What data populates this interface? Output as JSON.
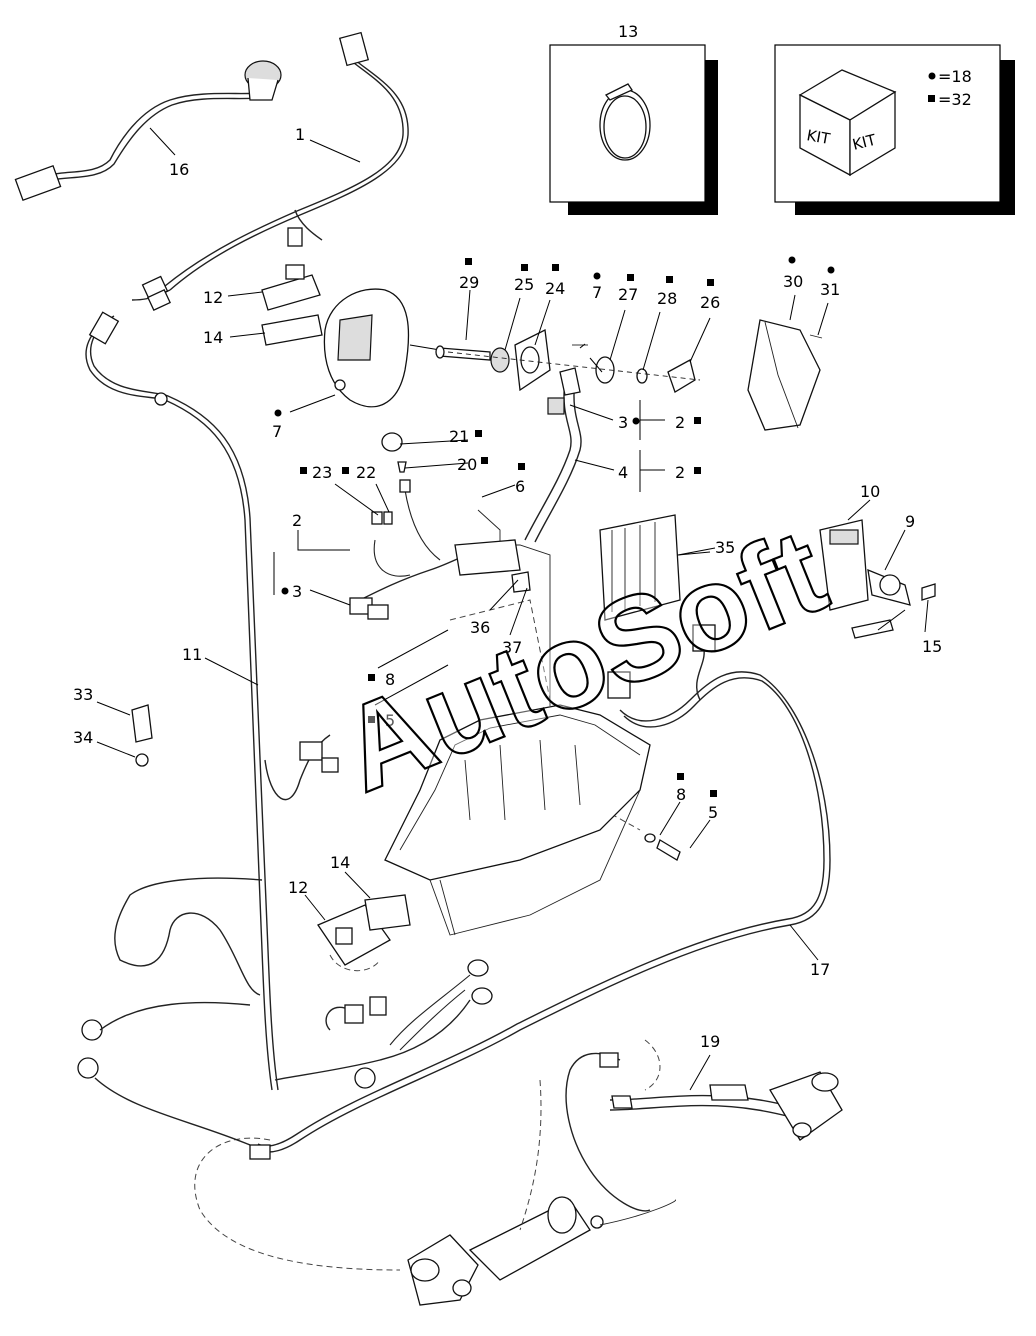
{
  "watermark": "AutoSoft",
  "kit_legend": {
    "circle_eq": "=18",
    "square_eq": "=32",
    "face_left": "KIT",
    "face_right": "KIT"
  },
  "labels": {
    "l1": "1",
    "l2a": "2",
    "l2b": "2",
    "l2c": "2",
    "l3a": "3",
    "l3b": "3",
    "l4": "4",
    "l5a": "5",
    "l5b": "5",
    "l6": "6",
    "l7a": "7",
    "l7b": "7",
    "l8a": "8",
    "l8b": "8",
    "l9": "9",
    "l10": "10",
    "l11": "11",
    "l12a": "12",
    "l12b": "12",
    "l13": "13",
    "l14a": "14",
    "l14b": "14",
    "l15": "15",
    "l16": "16",
    "l17": "17",
    "l19": "19",
    "l20": "20",
    "l21": "21",
    "l22": "22",
    "l23": "23",
    "l24": "24",
    "l25": "25",
    "l26": "26",
    "l27": "27",
    "l28": "28",
    "l29": "29",
    "l30": "30",
    "l31": "31",
    "l33": "33",
    "l34": "34",
    "l35": "35",
    "l36": "36",
    "l37": "37"
  },
  "kit_markers": {
    "circle_kit": "18",
    "square_kit": "32"
  }
}
